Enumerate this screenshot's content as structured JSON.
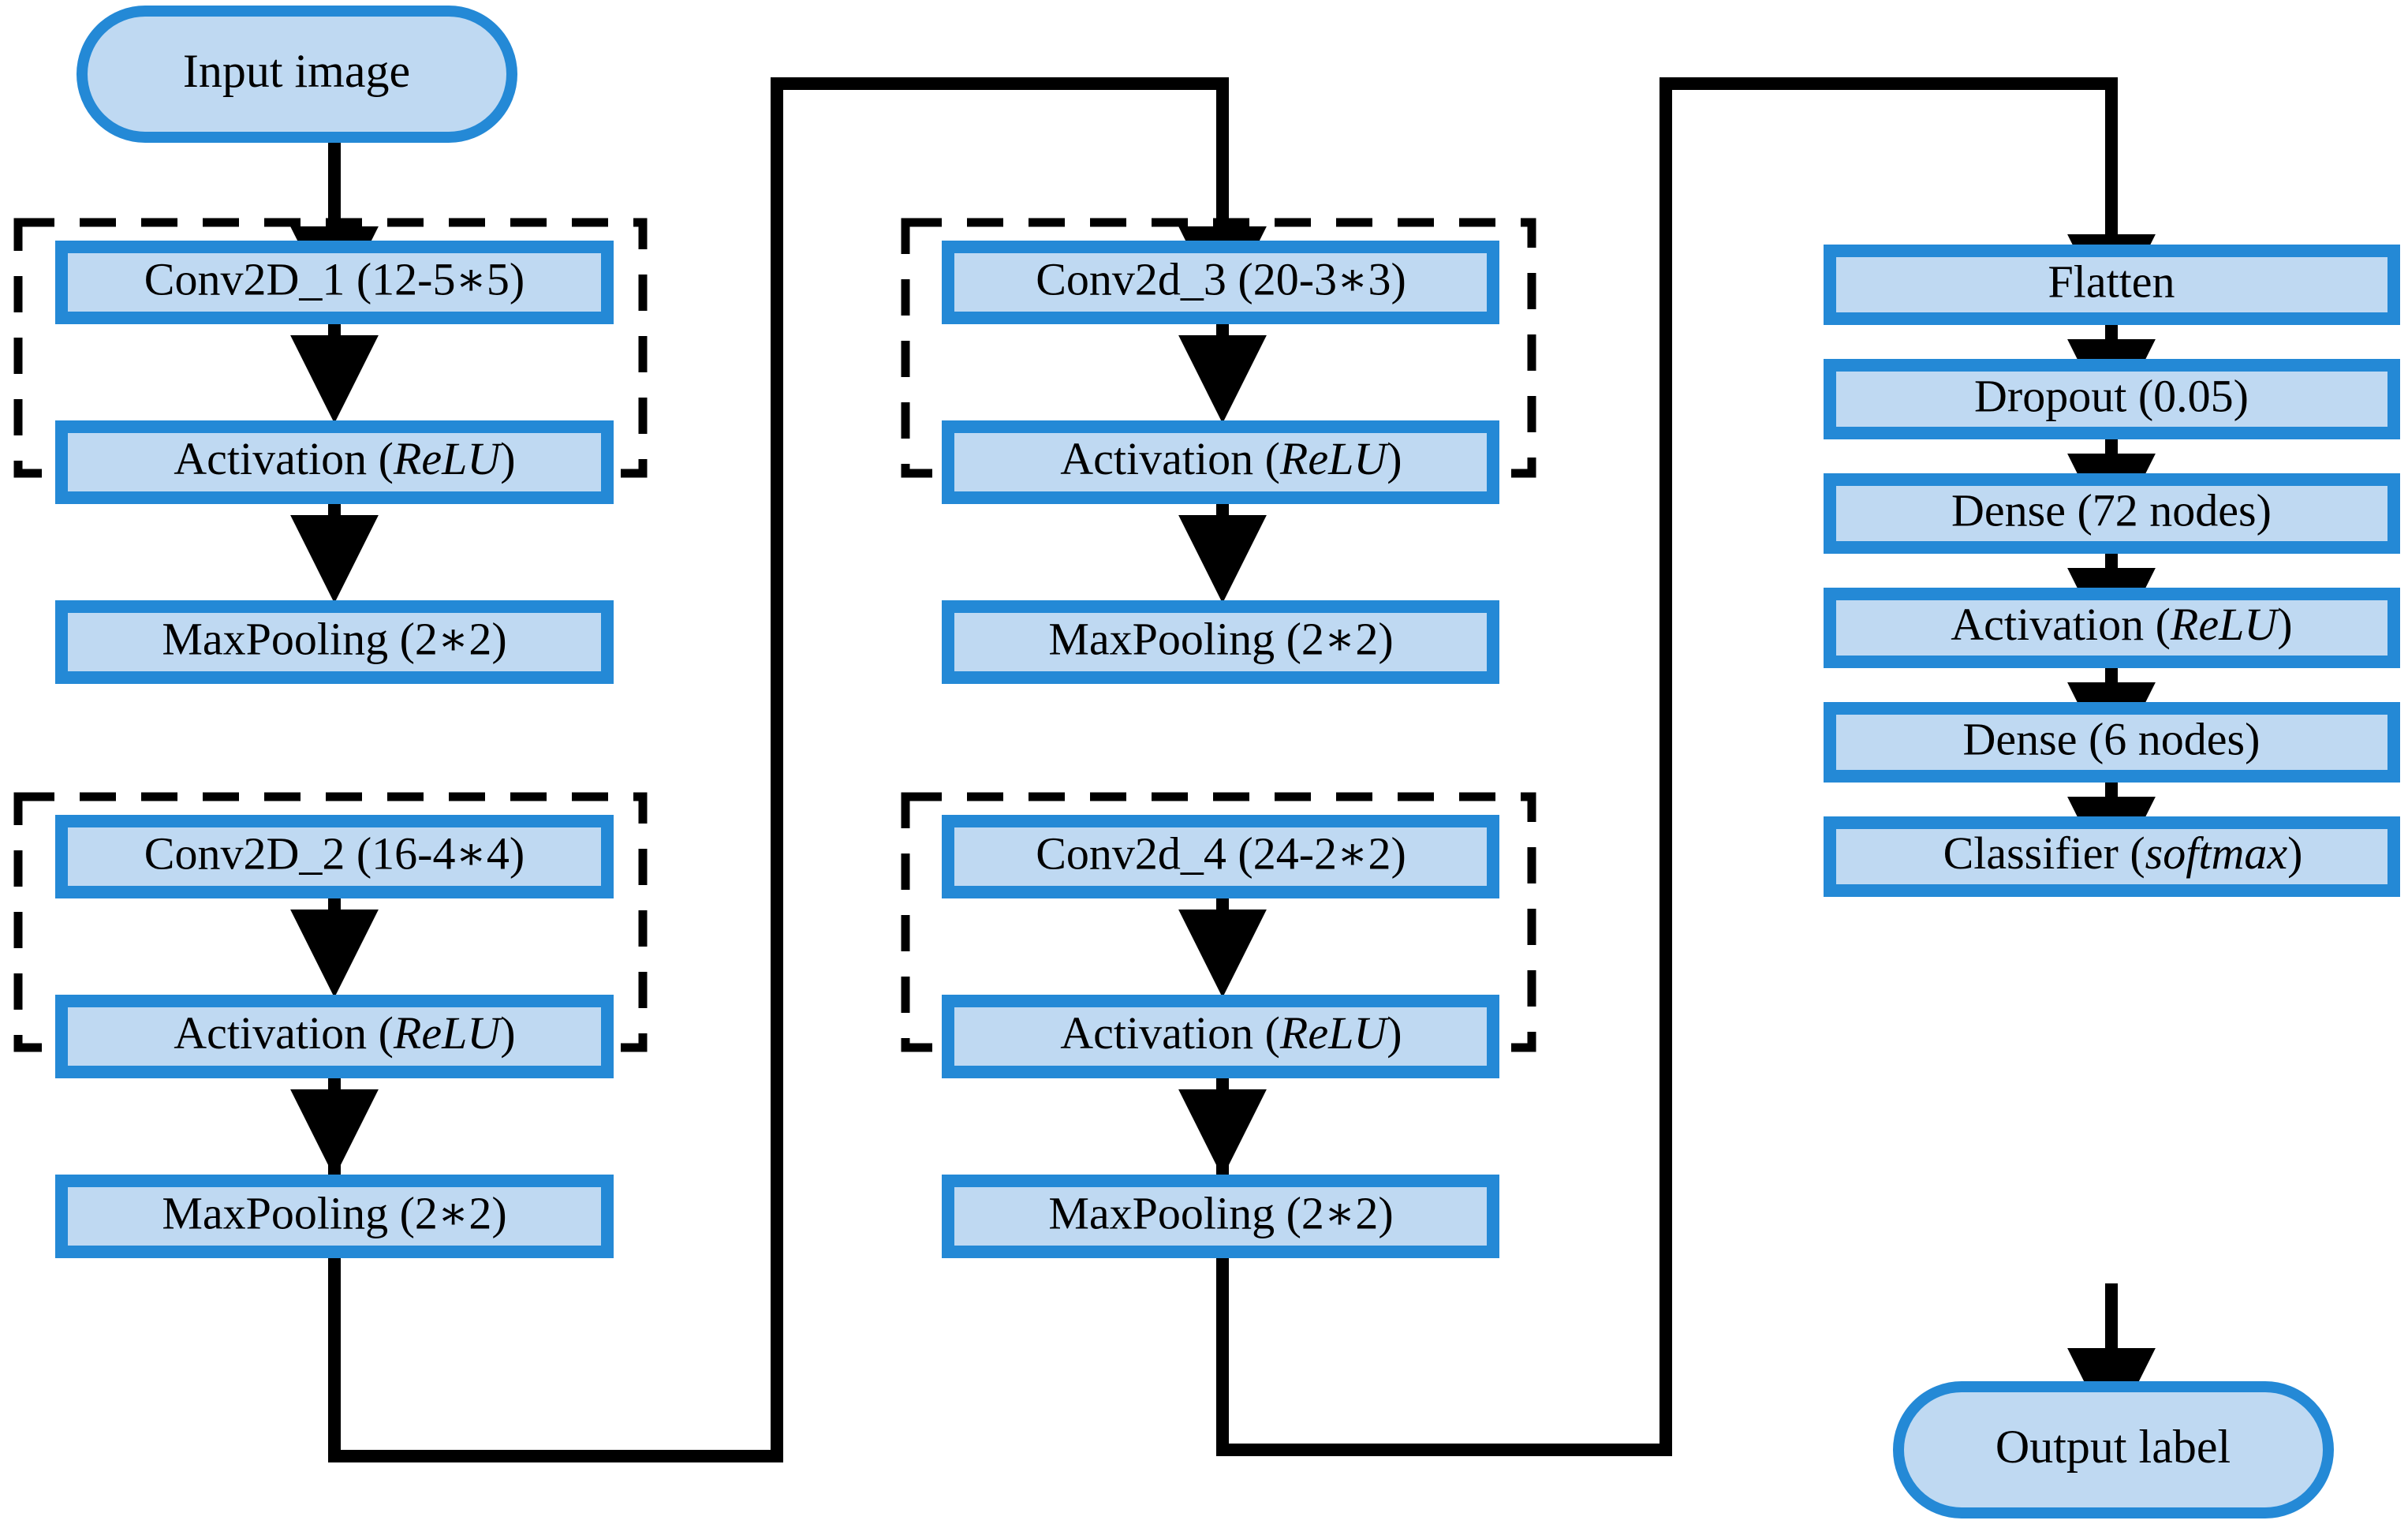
{
  "diagram": {
    "title": "CNN architecture flowchart",
    "type": "flowchart",
    "colors": {
      "box_border": "#2489D6",
      "box_fill": "#BFD9F2",
      "group_border": "#000000",
      "arrow": "#000000",
      "background": "#FFFFFF"
    },
    "terminals": {
      "input": "Input image",
      "output": "Output label"
    },
    "columns": [
      {
        "name": "column-1",
        "groups": [
          {
            "name": "conv-block-1",
            "dashed": true,
            "blocks": [
              {
                "text": "Conv2D_1 (12-5∗5)",
                "italic": ""
              },
              {
                "text": "Activation (",
                "italic": "ReLU",
                "tail": ")"
              },
              {
                "text": "MaxPooling (2∗2)",
                "italic": ""
              }
            ]
          },
          {
            "name": "conv-block-2",
            "dashed": true,
            "blocks": [
              {
                "text": "Conv2D_2 (16-4∗4)",
                "italic": ""
              },
              {
                "text": "Activation (",
                "italic": "ReLU",
                "tail": ")"
              },
              {
                "text": "MaxPooling (2∗2)",
                "italic": ""
              }
            ]
          }
        ]
      },
      {
        "name": "column-2",
        "groups": [
          {
            "name": "conv-block-3",
            "dashed": true,
            "blocks": [
              {
                "text": "Conv2d_3 (20-3∗3)",
                "italic": ""
              },
              {
                "text": "Activation (",
                "italic": "ReLU",
                "tail": ")"
              },
              {
                "text": "MaxPooling (2∗2)",
                "italic": ""
              }
            ]
          },
          {
            "name": "conv-block-4",
            "dashed": true,
            "blocks": [
              {
                "text": "Conv2d_4 (24-2∗2)",
                "italic": ""
              },
              {
                "text": "Activation (",
                "italic": "ReLU",
                "tail": ")"
              },
              {
                "text": "MaxPooling (2∗2)",
                "italic": ""
              }
            ]
          }
        ]
      },
      {
        "name": "column-3",
        "groups": [
          {
            "name": "classifier-head",
            "dashed": false,
            "blocks": [
              {
                "text": "Flatten",
                "italic": ""
              },
              {
                "text": "Dropout (0.05)",
                "italic": ""
              },
              {
                "text": "Dense (72 nodes)",
                "italic": ""
              },
              {
                "text": "Activation (",
                "italic": "ReLU",
                "tail": ")"
              },
              {
                "text": "Dense (6 nodes)",
                "italic": ""
              },
              {
                "text": "Classifier (",
                "italic": "softmax",
                "tail": ")"
              }
            ]
          }
        ]
      }
    ],
    "nodes": {
      "input_image": "Input image",
      "conv2d_1": "Conv2D_1 (12-5∗5)",
      "activation_1": "Activation (ReLU)",
      "maxpooling_1": "MaxPooling (2∗2)",
      "conv2d_2": "Conv2D_2 (16-4∗4)",
      "activation_2": "Activation (ReLU)",
      "maxpooling_2": "MaxPooling (2∗2)",
      "conv2d_3": "Conv2d_3 (20-3∗3)",
      "activation_3": "Activation (ReLU)",
      "maxpooling_3": "MaxPooling (2∗2)",
      "conv2d_4": "Conv2d_4 (24-2∗2)",
      "activation_4": "Activation (ReLU)",
      "maxpooling_4": "MaxPooling (2∗2)",
      "flatten": "Flatten",
      "dropout": "Dropout (0.05)",
      "dense_72": "Dense (72 nodes)",
      "activation_5": "Activation (ReLU)",
      "dense_6": "Dense (6 nodes)",
      "classifier": "Classifier (softmax)",
      "output_label": "Output label"
    },
    "label_parts": {
      "activation_prefix": "Activation (",
      "activation_italic": "ReLU",
      "activation_suffix": ")",
      "classifier_prefix": "Classifier (",
      "classifier_italic": "softmax",
      "classifier_suffix": ")"
    }
  }
}
